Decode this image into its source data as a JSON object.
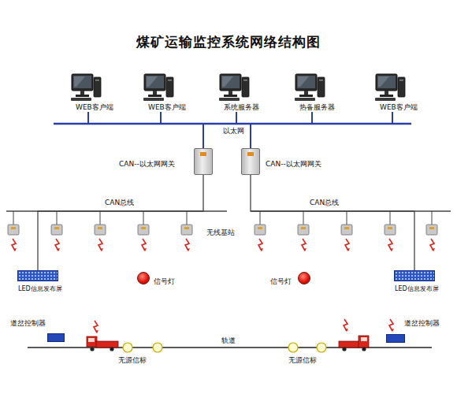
{
  "diagram": {
    "title": "煤矿运输监控系统网络结构图",
    "nodes": [
      {
        "text": [
          "WEB客户端"
        ]
      },
      {
        "text": [
          "WEB客户端"
        ]
      },
      {
        "text": [
          "系统服务器"
        ]
      },
      {
        "text": [
          "热备服务器"
        ]
      },
      {
        "text": [
          "WEB客户端"
        ]
      },
      {
        "text": [
          "CAN--以太网网关"
        ]
      },
      {
        "text": [
          "CAN--以太网网关"
        ]
      },
      {
        "text": [
          "LED信息发布屏"
        ]
      },
      {
        "text": [
          "信号灯"
        ]
      },
      {
        "text": [
          "信号灯"
        ]
      },
      {
        "text": [
          "LED信息发布屏"
        ]
      },
      {
        "text": [
          "道岔控制器"
        ]
      },
      {
        "text": [
          "道岔控制器"
        ]
      }
    ],
    "edges": [
      {
        "from": 0,
        "to": 5,
        "arrow": "none"
      },
      {
        "from": 0,
        "to": 6,
        "arrow": "none"
      },
      {
        "from": 1,
        "to": 5,
        "arrow": "none"
      },
      {
        "from": 1,
        "to": 6,
        "arrow": "none"
      },
      {
        "from": 2,
        "to": 5,
        "arrow": "none"
      },
      {
        "from": 2,
        "to": 6,
        "arrow": "none"
      },
      {
        "from": 3,
        "to": 5,
        "arrow": "none"
      },
      {
        "from": 3,
        "to": 6,
        "arrow": "none"
      },
      {
        "from": 4,
        "to": 5,
        "arrow": "none"
      },
      {
        "from": 4,
        "to": 6,
        "arrow": "none"
      },
      {
        "from": 5,
        "to": 7,
        "arrow": "none"
      },
      {
        "from": 6,
        "to": 10,
        "arrow": "none"
      }
    ],
    "labels": [
      "以太网",
      "CAN总线",
      "CAN总线",
      "无线基站",
      "轨道",
      "无源信标",
      "无源信标"
    ]
  }
}
